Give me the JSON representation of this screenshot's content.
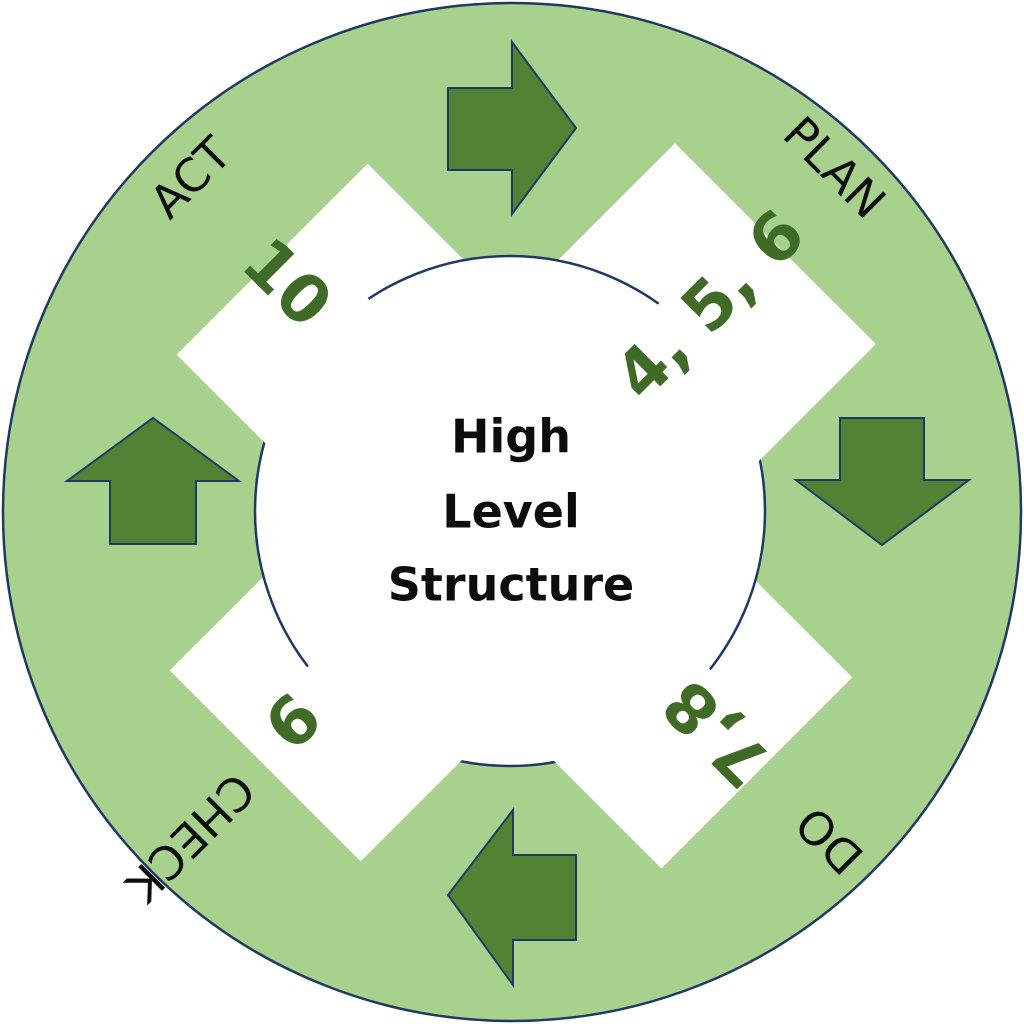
{
  "diagram": {
    "center_lines": [
      "High",
      "Level",
      "Structure"
    ],
    "phases": {
      "plan": "PLAN",
      "do": "DO",
      "check": "CHECK",
      "act": "ACT"
    },
    "clauses": {
      "plan": "4, 5, 6",
      "do": "7,8",
      "check": "9",
      "act": "10"
    }
  },
  "colors": {
    "ring_fill": "#a9d18e",
    "ring_stroke": "#203864",
    "arrow_fill": "#548235",
    "clause_text": "#3f6b26",
    "center_fill": "#ffffff",
    "phase_text": "#0d0d0d"
  }
}
